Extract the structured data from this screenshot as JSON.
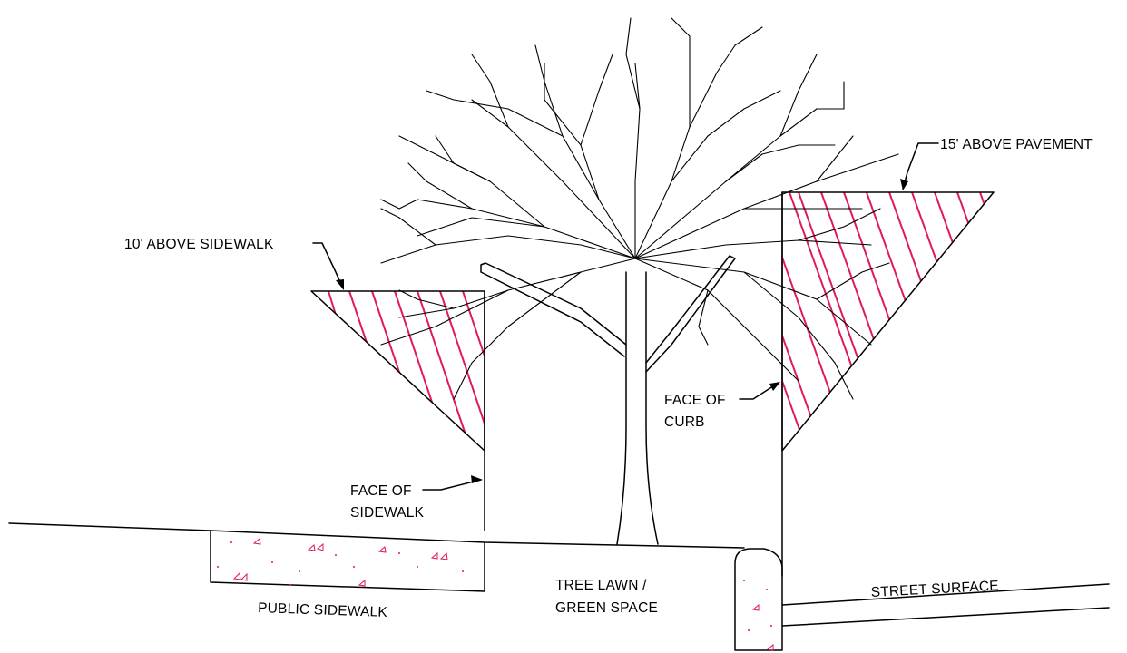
{
  "labels": {
    "above_pavement": "15' ABOVE PAVEMENT",
    "above_sidewalk": "10' ABOVE SIDEWALK",
    "face_of_curb_1": "FACE OF",
    "face_of_curb_2": "CURB",
    "face_of_sidewalk_1": "FACE OF",
    "face_of_sidewalk_2": "SIDEWALK",
    "public_sidewalk": "PUBLIC  SIDEWALK",
    "tree_lawn_1": "TREE LAWN /",
    "tree_lawn_2": "GREEN SPACE",
    "street_surface": "STREET  SURFACE"
  },
  "colors": {
    "line": "#000000",
    "hatch": "#e0195c",
    "background": "#ffffff"
  }
}
